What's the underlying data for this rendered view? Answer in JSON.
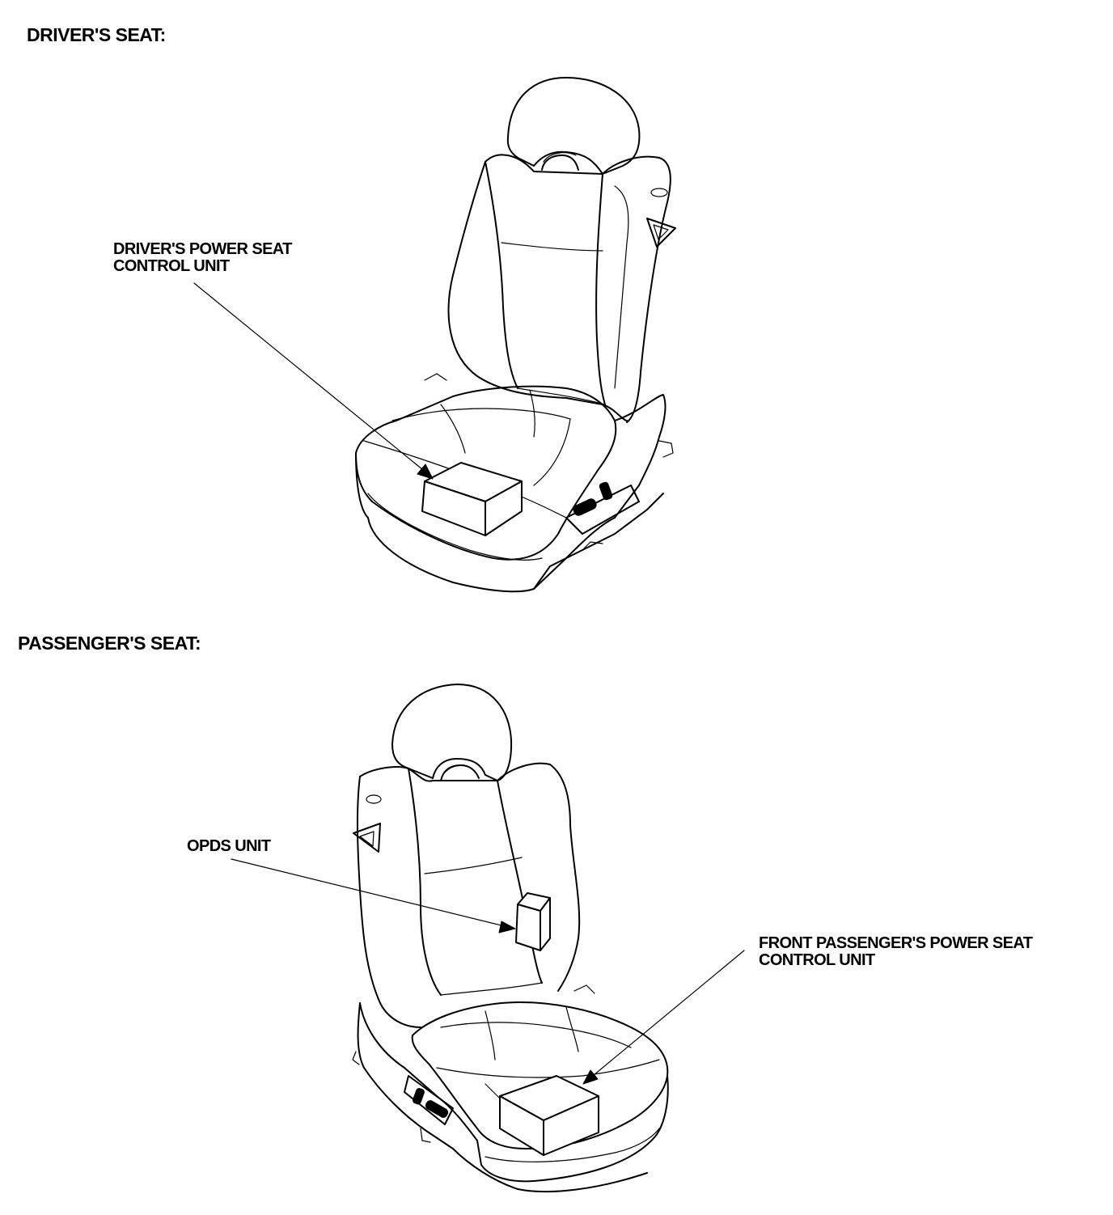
{
  "sections": {
    "driver": {
      "heading": "DRIVER'S SEAT:",
      "callout_line1": "DRIVER'S POWER SEAT",
      "callout_line2": "CONTROL UNIT"
    },
    "passenger": {
      "heading": "PASSENGER'S SEAT:",
      "opds_label": "OPDS UNIT",
      "callout_line1": "FRONT PASSENGER'S POWER SEAT",
      "callout_line2": "CONTROL UNIT"
    }
  }
}
